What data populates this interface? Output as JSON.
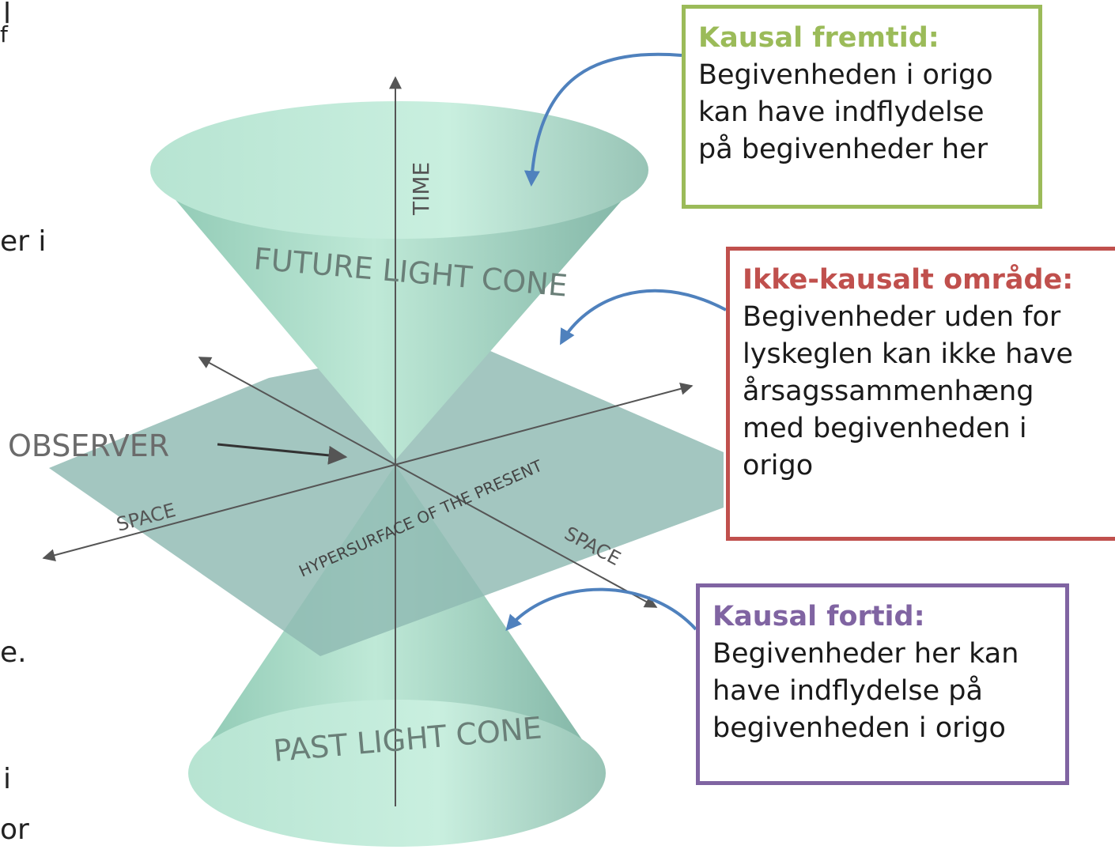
{
  "edge_fragments": [
    "l",
    "f",
    "er i",
    "e.",
    "i",
    "or"
  ],
  "diagram": {
    "time_label": "TIME",
    "future_cone_label": "FUTURE LIGHT CONE",
    "past_cone_label": "PAST LIGHT CONE",
    "hypersurface_label": "HYPERSURFACE OF THE PRESENT",
    "space_label_left": "SPACE",
    "space_label_right": "SPACE",
    "observer_label": "OBSERVER"
  },
  "callouts": {
    "future": {
      "title": "Kausal fremtid:",
      "text": "Begivenheden i origo\nkan have indflydelse\npå begivenheder her"
    },
    "noncausal": {
      "title": "Ikke-kausalt område:",
      "text": "Begivenheder uden for\nlyskeglen kan ikke have\nårsagssammenhæng\nmed begivenheden i\norigo"
    },
    "past": {
      "title": "Kausal fortid:",
      "text": "Begivenheder her kan\nhave indflydelse på\nbegivenheden i origo"
    }
  },
  "colors": {
    "future_border": "#9bbb59",
    "noncausal_border": "#c0504d",
    "past_border": "#8064a2",
    "arrow": "#4f81bd",
    "cone": "#b9e6d3",
    "plane": "#8fbab2"
  }
}
